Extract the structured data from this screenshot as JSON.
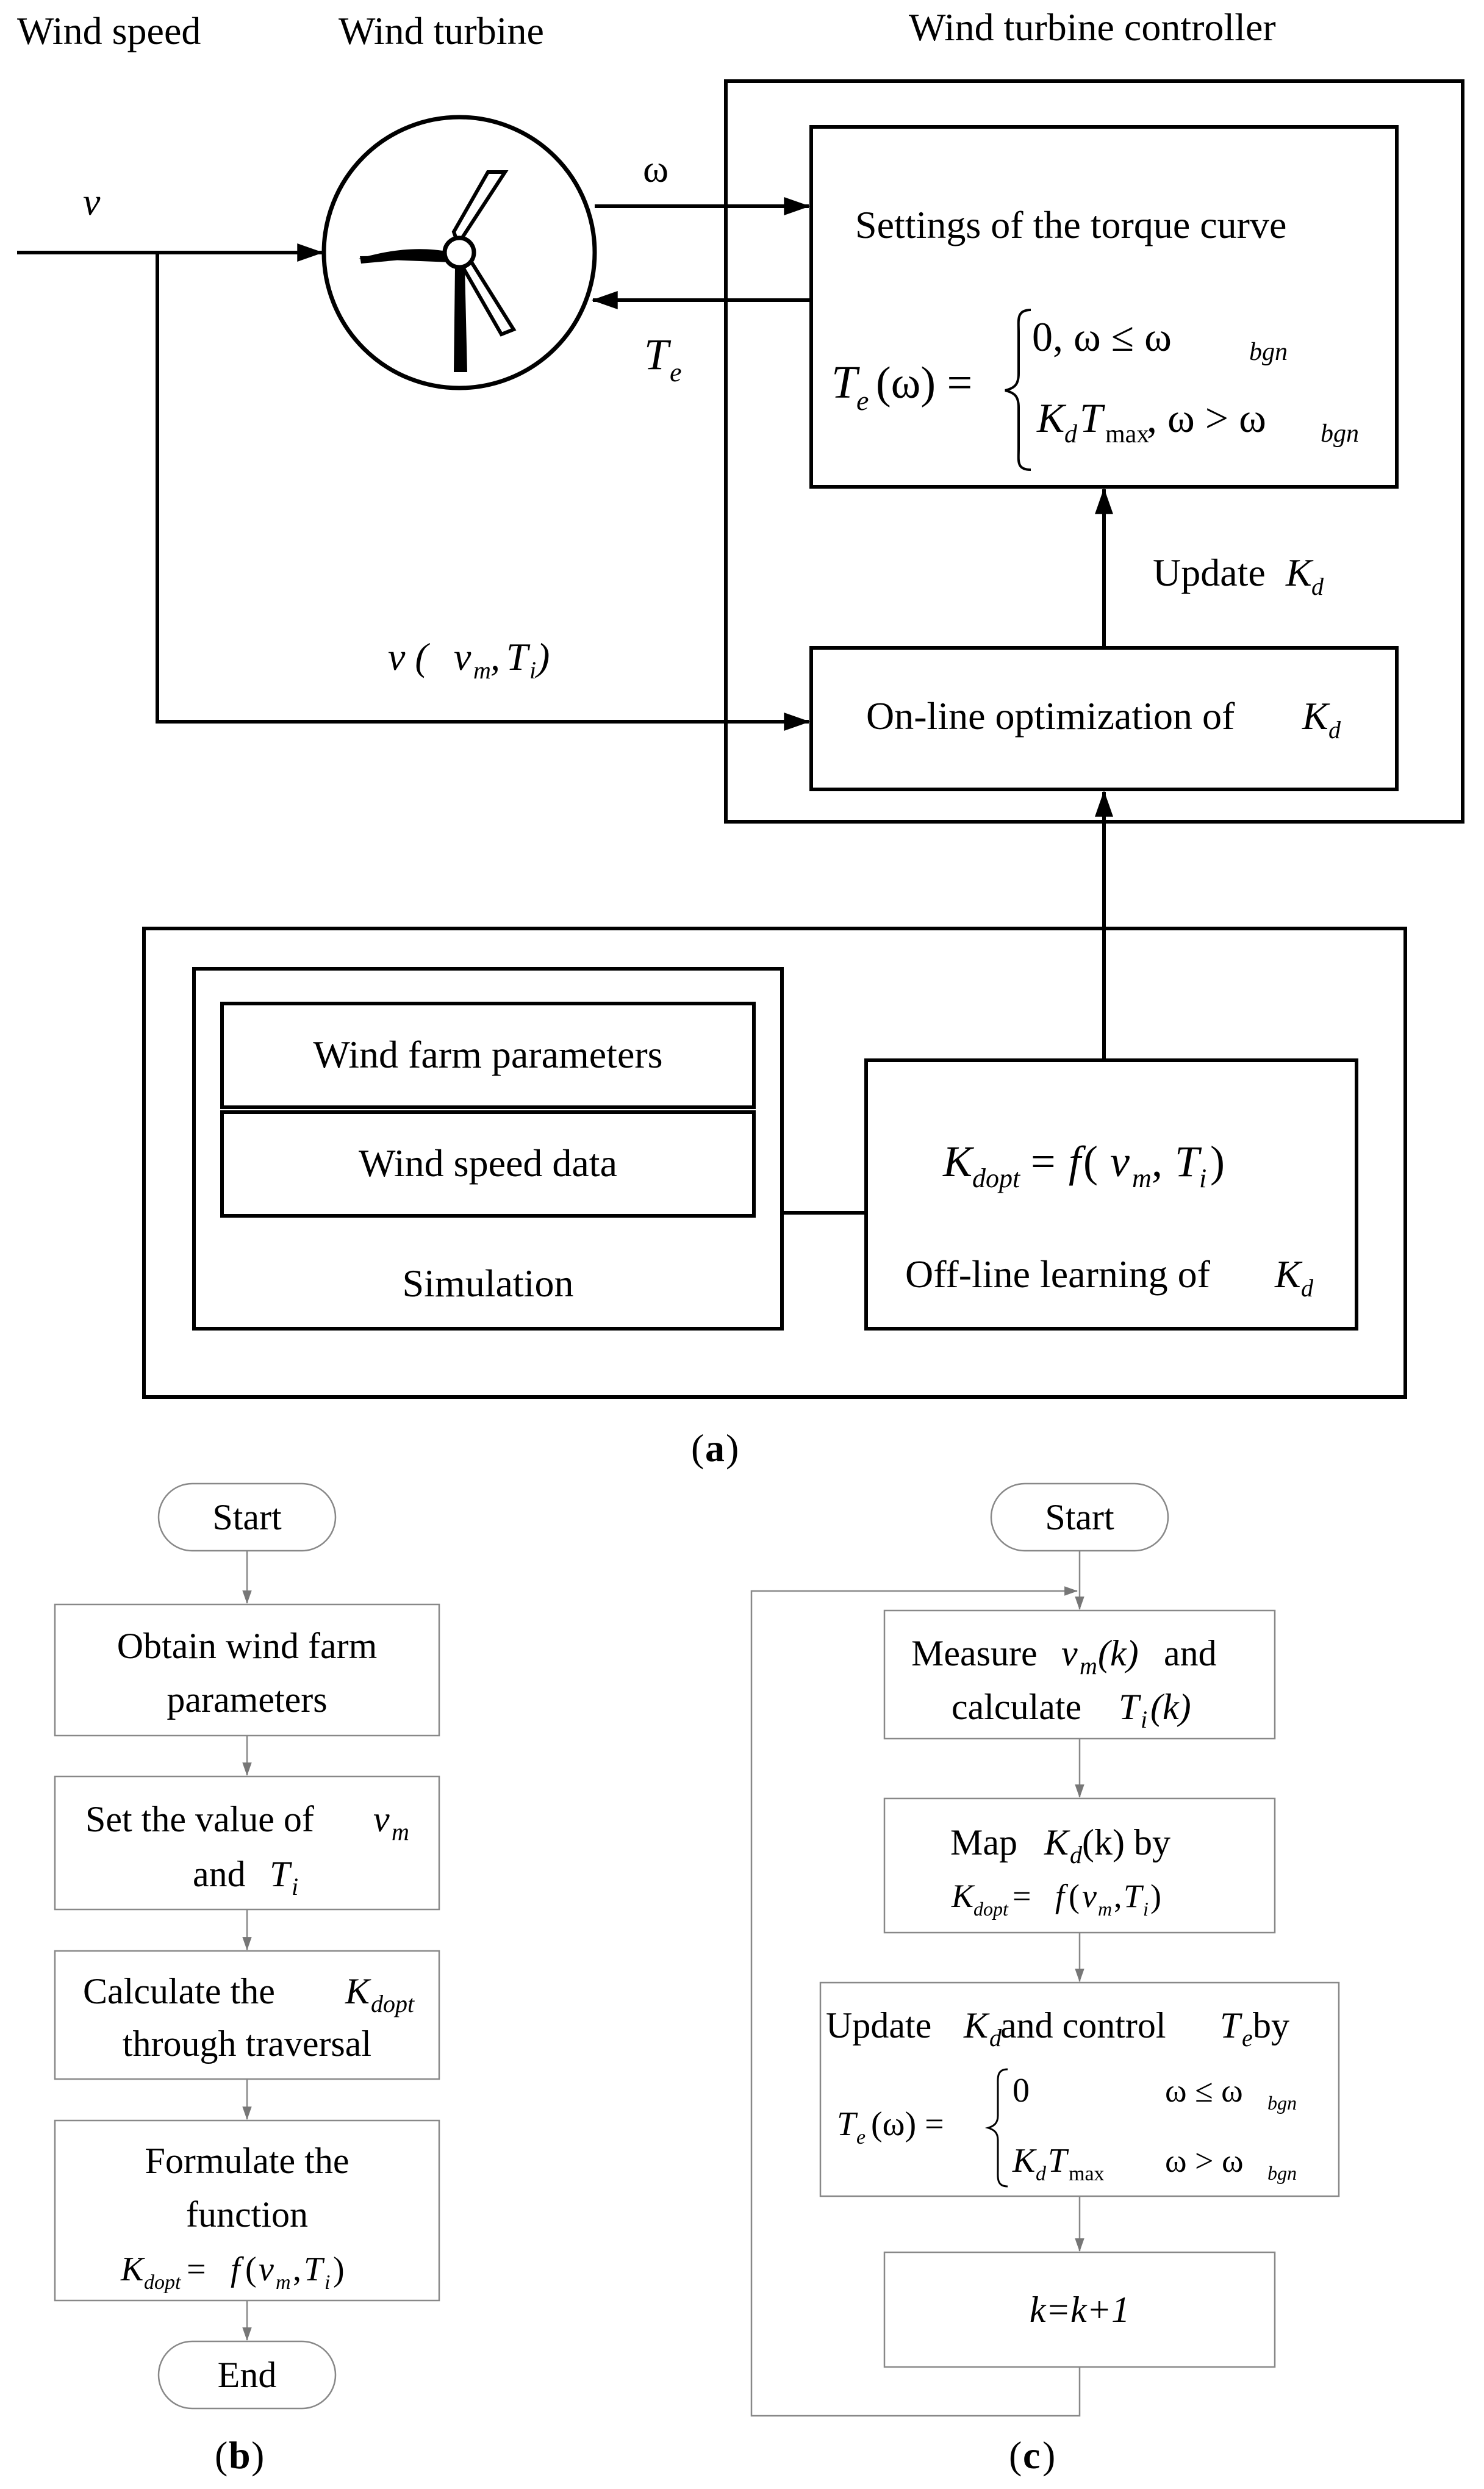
{
  "panel_a": {
    "labels": {
      "wind_speed": "Wind speed",
      "wind_turbine": "Wind turbine",
      "controller": "Wind turbine controller",
      "v": "v",
      "omega": "ω",
      "Te_T": "T",
      "Te_e": "e"
    },
    "feedback_label": {
      "v": "v (",
      "vm_v": "v",
      "vm_m": "m",
      "comma": ", ",
      "Ti_T": "T",
      "Ti_i": "i",
      "close": ")"
    },
    "torque_box": {
      "title": "Settings of the torque curve",
      "T": "T",
      "e": "e",
      "omega_arg": "(ω) =",
      "case1": "0, ω ≤ ω",
      "case1_sub": "bgn",
      "case2_K": "K",
      "case2_d": "d",
      "case2_T": "T",
      "case2_max": "max",
      "case2_rest": ", ω > ω",
      "case2_sub": "bgn"
    },
    "update": {
      "text": "Update ",
      "K": "K",
      "d": "d"
    },
    "online": {
      "text": "On-line optimization of ",
      "K": "K",
      "d": "d"
    },
    "wind_farm_params": "Wind farm parameters",
    "wind_speed_data": "Wind speed data",
    "simulation": "Simulation",
    "offline_formula": {
      "K": "K",
      "sub": "dopt",
      "eq": " = ",
      "f": "f",
      "open": " (",
      "v": "v",
      "m": "m",
      "comma": ", ",
      "T": "T",
      "i": "i",
      "close": ")"
    },
    "offline": {
      "text": "Off-line learning of ",
      "K": "K",
      "d": "d"
    },
    "caption": {
      "open": "(",
      "letter": "a",
      "close": ")"
    }
  },
  "panel_b": {
    "start": "Start",
    "step1_l1": "Obtain wind farm",
    "step1_l2": "parameters",
    "step2_l1": {
      "text": "Set the value of ",
      "v": "v",
      "m": "m"
    },
    "step2_l2": {
      "text": "and ",
      "T": "T",
      "i": "i"
    },
    "step3_l1": {
      "text": "Calculate the ",
      "K": "K",
      "sub": "dopt"
    },
    "step3_l2": "through traversal",
    "step4_l1": "Formulate the",
    "step4_l2": "function",
    "step4_formula": {
      "K": "K",
      "sub": "dopt",
      "eq": " = ",
      "f": "f",
      "open": "(",
      "v": "v",
      "m": "m",
      "comma": ",",
      "T": "T",
      "i": "i",
      "close": ")"
    },
    "end": "End",
    "caption": {
      "open": "(",
      "letter": "b",
      "close": ")"
    }
  },
  "panel_c": {
    "start": "Start",
    "step1_l1": {
      "text": "Measure ",
      "v": "v",
      "m": "m",
      "k": "(k)",
      "and": " and"
    },
    "step1_l2": {
      "text": "calculate ",
      "T": "T",
      "i": "i",
      "k": "(k)"
    },
    "step2_l1": {
      "text": "Map ",
      "K": "K",
      "d": "d",
      "k": " (k) by"
    },
    "step2_formula": {
      "K": "K",
      "sub": "dopt",
      "eq": " = ",
      "f": "f",
      "open": "(",
      "v": "v",
      "m": "m",
      "comma": ",",
      "T": "T",
      "i": "i",
      "close": ")"
    },
    "step3_l1": {
      "text": "Update ",
      "K": "K",
      "d": "d",
      "mid": " and control ",
      "T": "T",
      "e": "e",
      "by": " by"
    },
    "step3_formula": {
      "T": "T",
      "e": "e",
      "omega_arg": "(ω) =",
      "case1": "0",
      "case1_cond": "ω ≤ ω",
      "case1_sub": "bgn",
      "case2_K": "K",
      "case2_d": "d",
      "case2_T": "T",
      "case2_max": "max",
      "case2_cond": "ω > ω",
      "case2_sub": "bgn"
    },
    "step4": "k=k+1",
    "caption": {
      "open": "(",
      "letter": "c",
      "close": ")"
    }
  }
}
